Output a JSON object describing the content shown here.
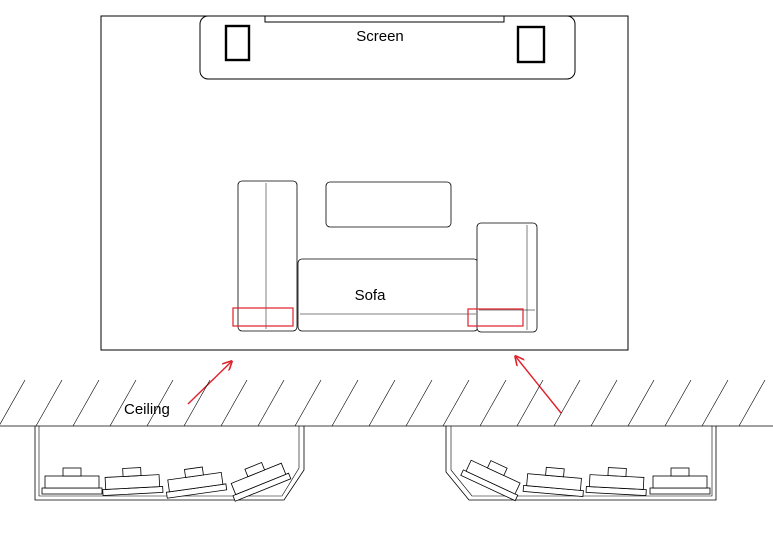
{
  "labels": {
    "screen": "Screen",
    "sofa": "Sofa",
    "ceiling": "Ceiling"
  },
  "icons": {
    "arrow": "arrow-up-icon",
    "speaker": "speaker-icon"
  },
  "colors": {
    "line": "#000000",
    "highlight": "#e0202a",
    "background": "#ffffff"
  }
}
